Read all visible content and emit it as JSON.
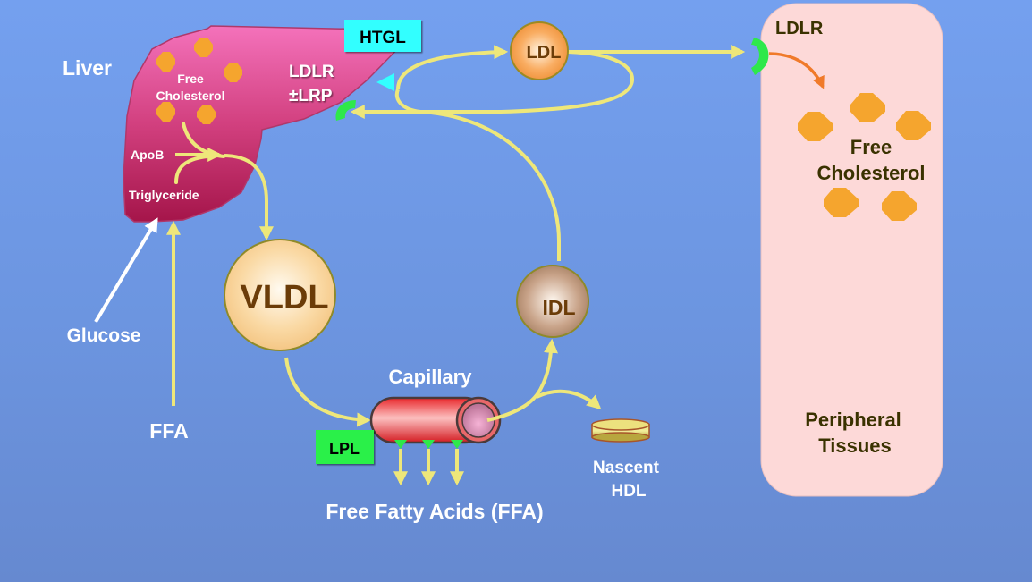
{
  "title": "Lipoprotein metabolism pathway",
  "colors": {
    "background": "#6e97e4",
    "liver_top": "#f06fb8",
    "liver_bottom": "#a8154a",
    "flow_arrow": "#eee77a",
    "glucose_arrow": "#ffffff",
    "cholesterol": "#f5a52e",
    "receptor": "#2ee84a",
    "htgl_box": "#33ffff",
    "lpl_box": "#29f04a",
    "peripheral_panel": "#fdd9d8",
    "ldlr_transport_arrow": "#f07a2a",
    "capillary": "#ef3a3a"
  },
  "liver": {
    "label": "Liver",
    "free_cholesterol_line1": "Free",
    "free_cholesterol_line2": "Cholesterol",
    "apob": "ApoB",
    "triglyceride": "Triglyceride",
    "ldlr_line1": "LDLR",
    "ldlr_line2": "±LRP"
  },
  "enzymes": {
    "htgl": "HTGL",
    "lpl": "LPL"
  },
  "particles": {
    "vldl": "VLDL",
    "idl": "IDL",
    "ldl": "LDL",
    "nascent_hdl_line1": "Nascent",
    "nascent_hdl_line2": "HDL"
  },
  "inputs": {
    "glucose": "Glucose",
    "ffa": "FFA"
  },
  "capillary": {
    "label": "Capillary",
    "output": "Free Fatty Acids (FFA)"
  },
  "peripheral": {
    "receptor": "LDLR",
    "free_cholesterol_line1": "Free",
    "free_cholesterol_line2": "Cholesterol",
    "tissue_line1": "Peripheral",
    "tissue_line2": "Tissues"
  }
}
